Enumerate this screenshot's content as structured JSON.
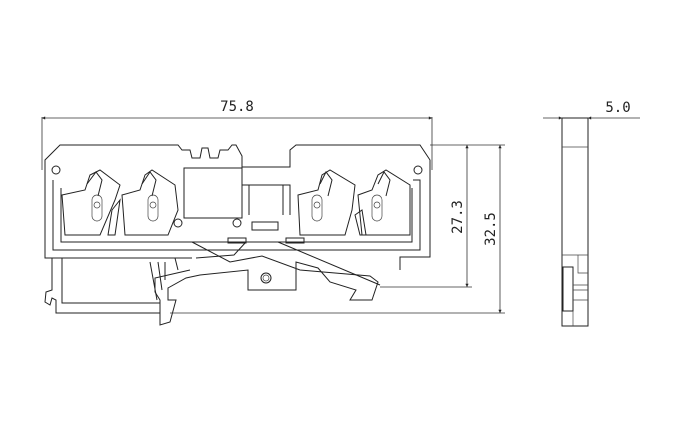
{
  "drawing": {
    "front_view": {
      "width_dimension": "75.8",
      "height_dimension_inner": "27.3",
      "height_dimension_outer": "32.5"
    },
    "side_view": {
      "thickness_dimension": "5.0"
    }
  }
}
